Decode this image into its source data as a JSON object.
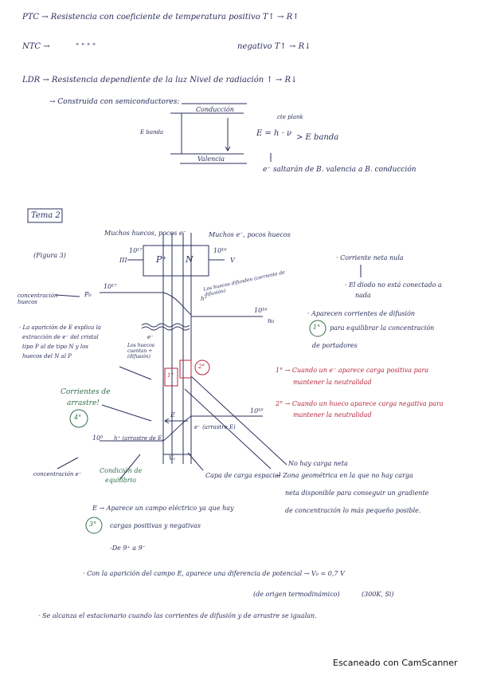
{
  "section1": {
    "ptc": "PTC → Resistencia con coeficiente de temperatura positivo     T↑ → R↑",
    "ntc_label": "NTC →",
    "ntc_ditto": "\"       \"       \"       \"",
    "ntc_tail": "negativo     T↑ → R↓",
    "ldr": "LDR → Resistencia dependiente de la luz     Nivel de radiación ↑ → R↓",
    "semis": "→ Construida con semiconductores:",
    "band_top": "Conducción",
    "band_bottom": "Valencia",
    "band_gap": "E banda",
    "planck": "cte plank",
    "formula": "E = h · ν",
    "gt": "> E banda",
    "electron_jump": "e⁻ saltarán de B. valencia a B. conducción"
  },
  "tema": {
    "title": "Tema 2",
    "figura": "(Figura 3)",
    "many_holes": "Muchos huecos, pocos e⁻",
    "many_electrons": "Muchos e⁻, pocos huecos",
    "p_exp": "10¹⁷",
    "n_exp": "10¹⁶",
    "p_group": "III",
    "n_group": "V",
    "p_label": "P⁺",
    "n_label": "N",
    "conc_huecos": "concentración huecos",
    "p0": "P₀",
    "p_level": "10¹⁷",
    "n0": "n₀",
    "n_level": "10¹⁶",
    "holes_move": "Los huecos difunden (corriente de difusión)",
    "few_holes": "Los huecos cuentan + (difusión)",
    "ion_minus": "1°",
    "ion_plus": "2°",
    "e_minus": "e⁻",
    "h_plus": "h⁺",
    "e_field": "E",
    "vo": "V₀",
    "drift_plus": "e⁻ (arrastre E)",
    "h_arrow": "h⁺ (arrastre de E)",
    "left_note_1": "· La aparición de E explica la",
    "left_note_2": "extracción de e⁻ del cristal",
    "left_note_3": "tipo P al de tipo N y los",
    "left_note_4": "huecos del N al P",
    "corrientes_1": "Corrientes de",
    "corrientes_2": "arrastre!",
    "circ4": "4°",
    "n_level_bottom": "10¹⁶",
    "p_level_bottom": "10⁵",
    "conc_e": "concentración e⁻",
    "cond_eq_1": "Condición de",
    "cond_eq_2": "equilibrio",
    "right1": "· Corriente neta nula",
    "right2": "· El diodo no está conectado a",
    "right2b": "nada",
    "right3": "· Aparecen corrientes de difusión",
    "circ_c": "1°",
    "right3b": "para equilibrar la concentración",
    "right3c": "de portadores",
    "red1": "1° → Cuando un e⁻ aparece carga positiva para",
    "red1b": "mantener la neutralidad",
    "red2": "2° → Cuando un hueco aparece carga negativa para",
    "red2b": "mantener la neutralidad",
    "no_charge": "No hay carga neta",
    "capa": "Capa de carga espacial",
    "zona1": "→ Zona geométrica en la que no hay carga",
    "zona2": "neta disponible para conseguir un gradiente",
    "zona3": "de concentración lo más pequeño posible.",
    "efield1": "E → Aparece un campo eléctrico ya que hay",
    "circ3": "3°",
    "efield2": "cargas positivas y negativas",
    "direction": "-De 9⁺ a 9⁻",
    "potential": "· Con la aparición del campo E, aparece una diferencia de potencial →  V₀ = 0,7 V",
    "origin": "(de origen termodinámico)",
    "temp": "(300K, Si)",
    "equilibrium": "· Se alcanza el estacionario cuando las corrientes de difusión y de arrastre se igualan."
  },
  "footer": "Escaneado con CamScanner"
}
